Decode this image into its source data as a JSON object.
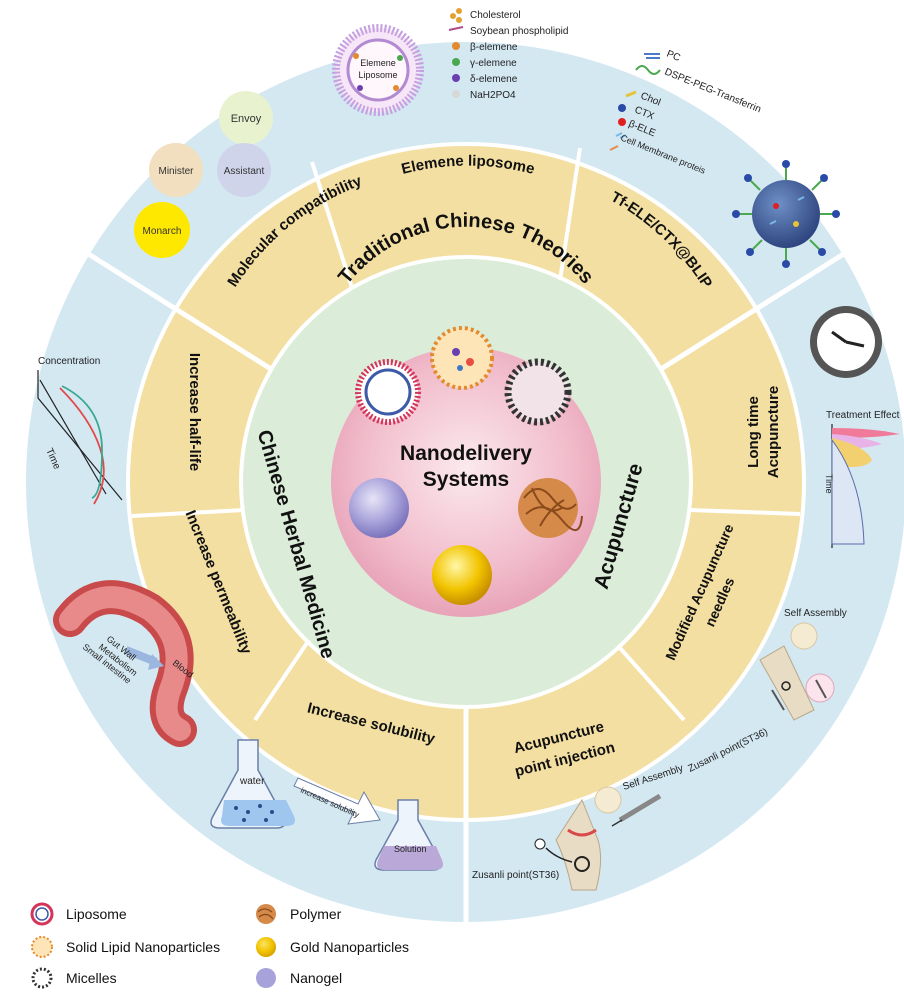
{
  "center": {
    "line1": "Nanodelivery",
    "line2": "Systems"
  },
  "sectors": {
    "tct": "Traditional Chinese Theories",
    "chm": "Chinese Herbal Medicine",
    "acu": "Acupuncture"
  },
  "items": {
    "molecular": "Molecular compatibility",
    "elemene_lipo": "Elemene liposome",
    "tf_ele": "Tf-ELE/CTX@BLIP",
    "half_life": "Increase half-life",
    "permeability": "Increase permeability",
    "solubility": "Increase solubility",
    "long_time_1": "Long time",
    "long_time_2": "Acupuncture",
    "modified_1": "Modified Acupuncture",
    "modified_2": "needles",
    "point_1": "Acupuncture",
    "point_2": "point injection"
  },
  "compatibility": {
    "envoy": "Envoy",
    "minister": "Minister",
    "assistant": "Assistant",
    "monarch": "Monarch"
  },
  "liposome_inset": {
    "label1": "Elemene",
    "label2": "Liposome",
    "legend": [
      "Cholesterol",
      "Soybean phospholipid",
      "β-elemene",
      "γ-elemene",
      "δ-elemene",
      "NaH2PO4"
    ]
  },
  "tf_inset": {
    "legend": [
      "PC",
      "DSPE-PEG-Transferrin",
      "Chol",
      "CTX",
      "β-ELE",
      "Cell Membrane proteis"
    ]
  },
  "half_life_inset": {
    "ylabel": "Concentration",
    "xlabel": "Time"
  },
  "gut_inset": {
    "gut_wall": "Gut Wall",
    "metabolism": "Metabolism",
    "small_intestine": "Small intestine",
    "blood": "Blood"
  },
  "solubility_inset": {
    "water": "water",
    "arrow": "increase solubility",
    "solution": "Solution"
  },
  "treatment_inset": {
    "title": "Treatment Effect",
    "ylabel": "Time"
  },
  "needle_inset": {
    "self_assembly": "Self Assembly",
    "point": "Zusanli point(ST36)"
  },
  "injection_inset": {
    "self_assembly": "Self Assembly",
    "point": "Zusanli point(ST36)"
  },
  "legend": {
    "liposome": "Liposome",
    "sln": "Solid Lipid Nanoparticles",
    "micelles": "Micelles",
    "polymer": "Polymer",
    "gold": "Gold Nanoparticles",
    "nanogel": "Nanogel"
  },
  "colors": {
    "outer_ring": "#d4e8f2",
    "middle_ring": "#f3dfa2",
    "inner_ring": "#dbedd8",
    "center_pink": "#f0b5c8",
    "monarch": "#ffe800"
  }
}
